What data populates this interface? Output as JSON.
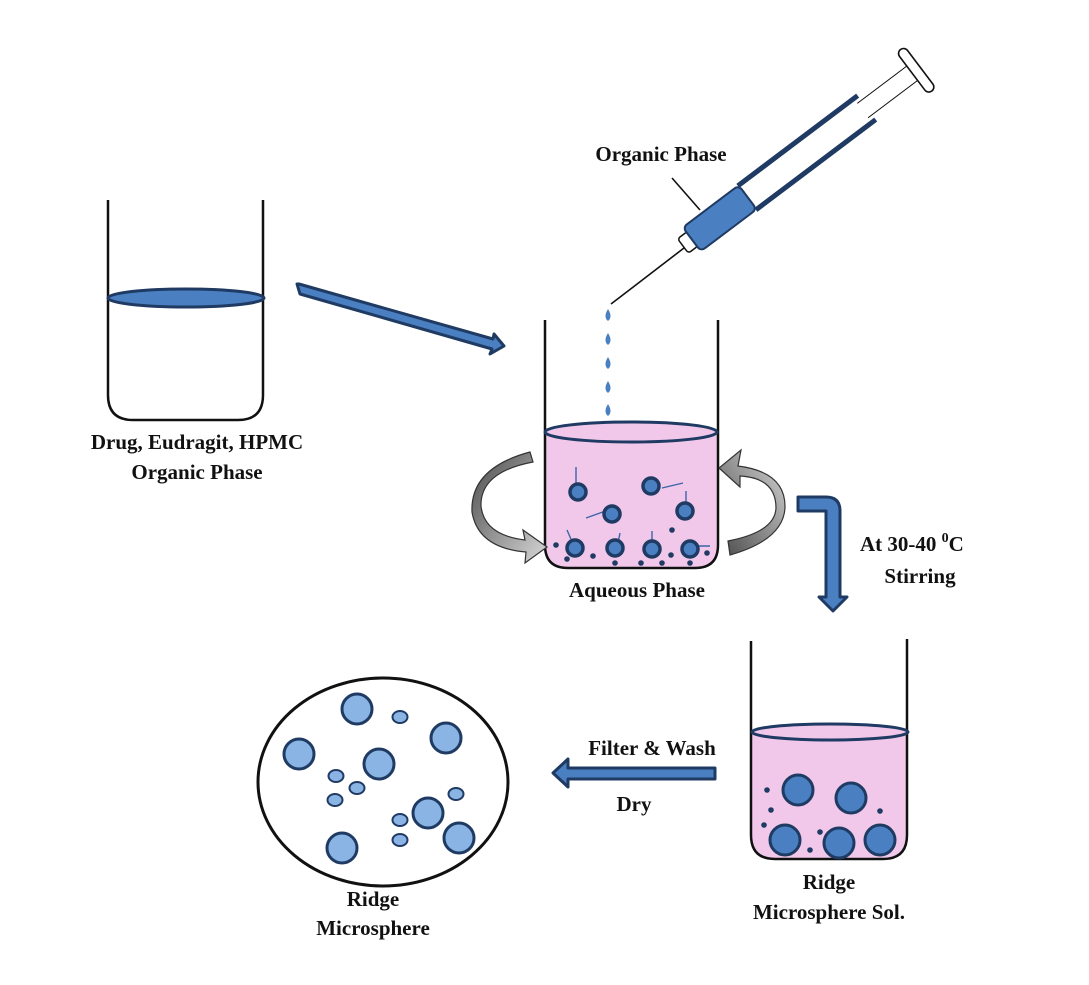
{
  "title": "Preparation of Ridge Microspheres",
  "colors": {
    "liquid_blue": "#4a7fc1",
    "outline_dark_blue": "#1f3b63",
    "aqueous_pink": "#f2c8ea",
    "microsphere_light": "#8ab4e3",
    "rotation_gray_light": "#c8c8c8",
    "rotation_gray_dark": "#6b6b6b",
    "text": "#111111"
  },
  "steps": {
    "organic_beaker": {
      "label_line1": "Drug, Eudragit, HPMC",
      "label_line2": "Organic Phase"
    },
    "syringe": {
      "label": "Organic Phase"
    },
    "aqueous_beaker": {
      "label": "Aqueous Phase"
    },
    "stirring": {
      "label_line1": "At 30-40 ",
      "degree_sup": "0",
      "label_unit": "C",
      "label_line2": "Stirring"
    },
    "solution_beaker": {
      "label_line1": "Ridge",
      "label_line2": "Microsphere Sol."
    },
    "filter": {
      "label_top": "Filter & Wash",
      "label_bottom": "Dry"
    },
    "product": {
      "label_line1": "Ridge",
      "label_line2": "Microsphere"
    }
  }
}
